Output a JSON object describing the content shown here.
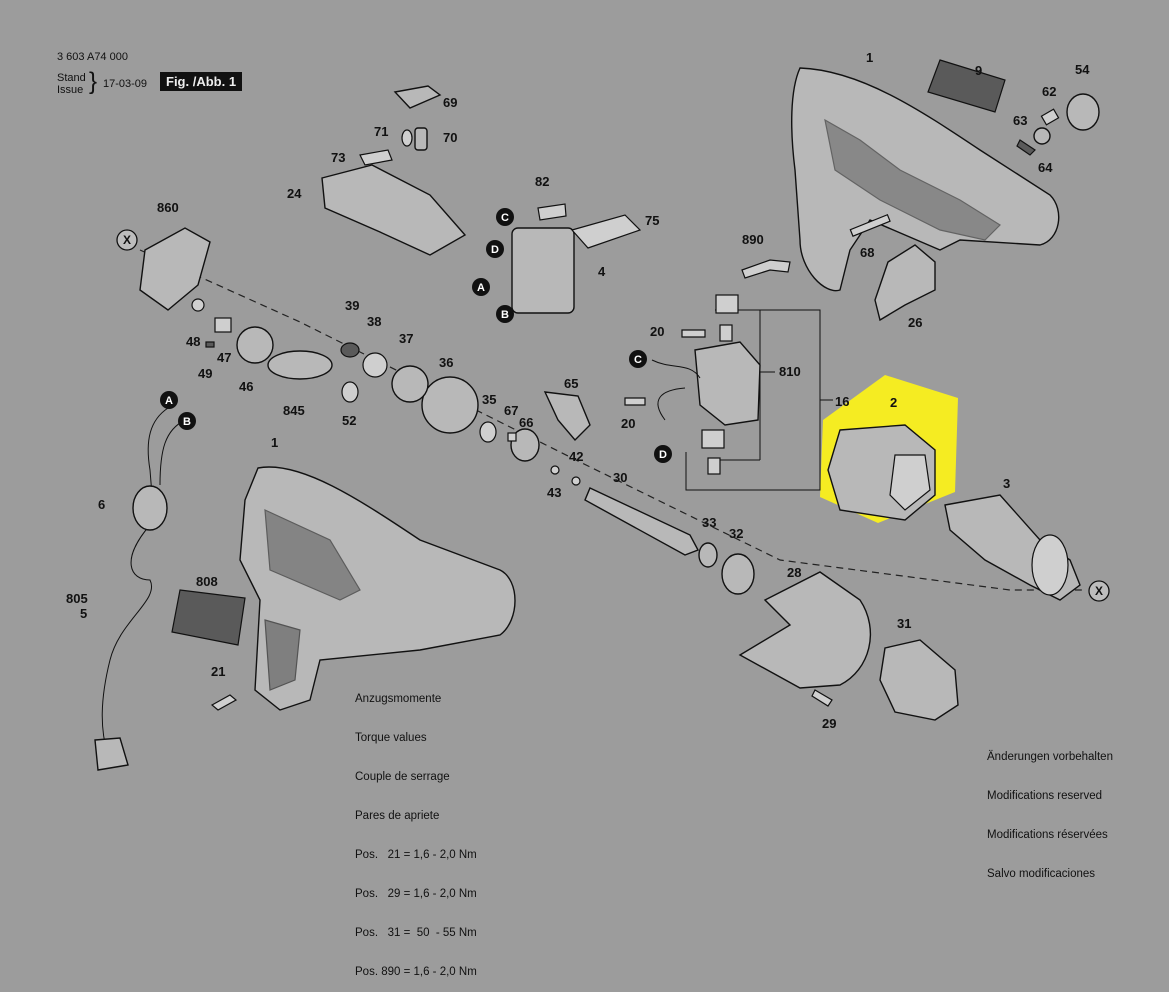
{
  "header": {
    "doc_number": "3 603 A74 000",
    "stand_label": "Stand",
    "issue_label": "Issue",
    "date": "17-03-09",
    "figure_label": "Fig. /Abb. 1"
  },
  "highlight_color": "#f5ec22",
  "part_labels": {
    "p1a": "1",
    "p1b": "1",
    "p2": "2",
    "p3": "3",
    "p4": "4",
    "p5": "5",
    "p6": "6",
    "p9": "9",
    "p16": "16",
    "p20a": "20",
    "p20b": "20",
    "p21": "21",
    "p24": "24",
    "p26": "26",
    "p28": "28",
    "p29": "29",
    "p30": "30",
    "p31": "31",
    "p32": "32",
    "p33": "33",
    "p35": "35",
    "p36": "36",
    "p37": "37",
    "p38": "38",
    "p39": "39",
    "p42": "42",
    "p43": "43",
    "p46": "46",
    "p47": "47",
    "p48": "48",
    "p49": "49",
    "p52": "52",
    "p54": "54",
    "p62": "62",
    "p63": "63",
    "p64": "64",
    "p65": "65",
    "p66": "66",
    "p67": "67",
    "p68": "68",
    "p69": "69",
    "p70": "70",
    "p71": "71",
    "p73": "73",
    "p75": "75",
    "p82": "82",
    "p805": "805",
    "p808": "808",
    "p810": "810",
    "p845": "845",
    "p860": "860",
    "p890": "890"
  },
  "markers": {
    "a1": "A",
    "a2": "A",
    "b1": "B",
    "b2": "B",
    "c1": "C",
    "c2": "C",
    "d1": "D",
    "d2": "D",
    "x1": "X",
    "x2": "X"
  },
  "torque": {
    "lines": [
      "Anzugsmomente",
      "Torque values",
      "Couple de serrage",
      "Pares de apriete"
    ],
    "rows": [
      "Pos.   21 = 1,6 - 2,0 Nm",
      "Pos.   29 = 1,6 - 2,0 Nm",
      "Pos.   31 =  50  - 55 Nm",
      "Pos. 890 = 1,6 - 2,0 Nm"
    ]
  },
  "modifications": {
    "lines": [
      "Änderungen vorbehalten",
      "Modifications reserved",
      "Modifications réservées",
      "Salvo modificaciones"
    ]
  }
}
